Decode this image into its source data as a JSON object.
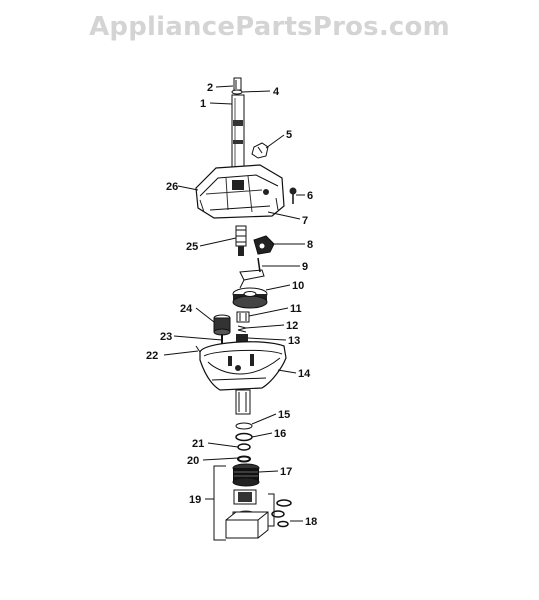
{
  "watermark": "AppliancePartsPros.com",
  "labels": {
    "p1": "1",
    "p2": "2",
    "p4": "4",
    "p5": "5",
    "p6": "6",
    "p7": "7",
    "p8": "8",
    "p9": "9",
    "p10": "10",
    "p11": "11",
    "p12": "12",
    "p13": "13",
    "p14": "14",
    "p15": "15",
    "p16": "16",
    "p17": "17",
    "p18": "18",
    "p19": "19",
    "p20": "20",
    "p21": "21",
    "p22": "22",
    "p23": "23",
    "p24": "24",
    "p25": "25",
    "p26": "26"
  },
  "colors": {
    "ink": "#111111",
    "watermark": "#d4d4d4",
    "background": "#ffffff"
  }
}
